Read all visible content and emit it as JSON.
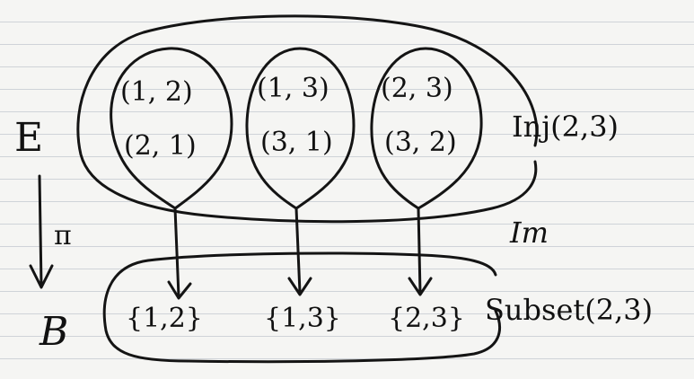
{
  "labels": {
    "E": "E",
    "B": "B",
    "pi": "π",
    "inj": "Inj(2,3)",
    "im": "Im",
    "subset": "Subset(2,3)"
  },
  "fibers": [
    {
      "top": "(1, 2)",
      "bottom": "(2, 1)",
      "image": "{1,2}"
    },
    {
      "top": "(1, 3)",
      "bottom": "(3, 1)",
      "image": "{1,3}"
    },
    {
      "top": "(2, 3)",
      "bottom": "(3, 2)",
      "image": "{2,3}"
    }
  ]
}
